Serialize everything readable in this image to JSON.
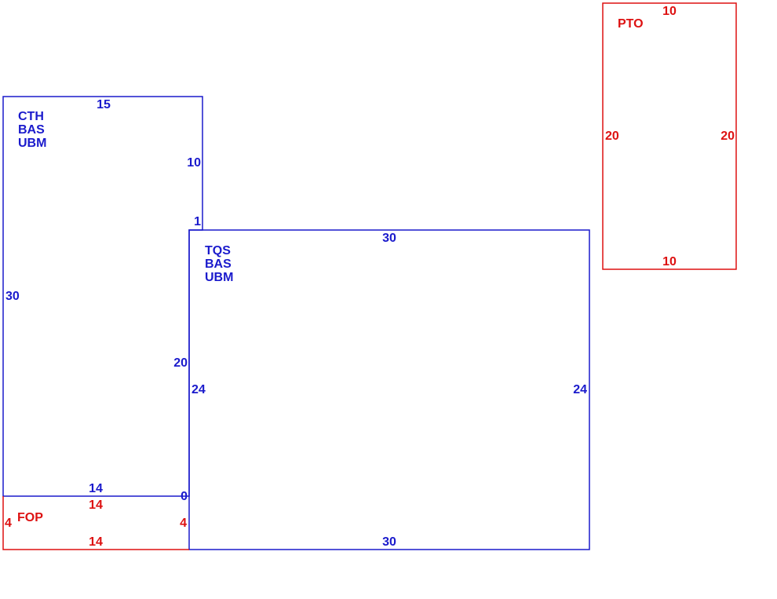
{
  "colors": {
    "blue": "#1a1acc",
    "red": "#dd1111"
  },
  "rooms": {
    "cth": {
      "labels": [
        "CTH",
        "BAS",
        "UBM"
      ],
      "dims": {
        "top": "15",
        "right_upper": "10",
        "step": "1",
        "right_lower": "20",
        "left": "30",
        "bottom": "14"
      }
    },
    "tqs": {
      "labels": [
        "TQS",
        "BAS",
        "UBM"
      ],
      "dims": {
        "top": "30",
        "left": "24",
        "right": "24",
        "bottom": "30",
        "corner": "0"
      }
    },
    "fop": {
      "labels": [
        "FOP"
      ],
      "dims": {
        "top": "14",
        "left": "4",
        "right": "4",
        "bottom": "14"
      }
    },
    "pto": {
      "labels": [
        "PTO"
      ],
      "dims": {
        "top": "10",
        "left": "20",
        "right": "20",
        "bottom": "10"
      }
    }
  }
}
